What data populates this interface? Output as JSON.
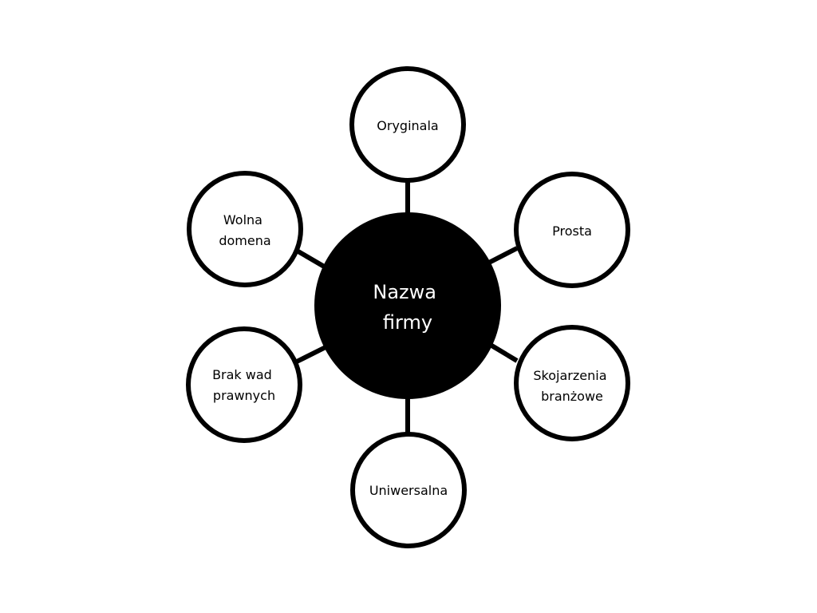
{
  "diagram": {
    "center": {
      "lines": [
        "Nazwa",
        "firmy"
      ]
    },
    "nodes": {
      "top": {
        "lines": [
          "Oryginala"
        ]
      },
      "upper_right": {
        "lines": [
          "Prosta"
        ]
      },
      "lower_right": {
        "lines": [
          "Skojarzenia",
          "branżowe"
        ]
      },
      "bottom": {
        "lines": [
          "Uniwersalna"
        ]
      },
      "lower_left": {
        "lines": [
          "Brak wad",
          "prawnych"
        ]
      },
      "upper_left": {
        "lines": [
          "Wolna",
          "domena"
        ]
      }
    }
  },
  "colors": {
    "background": "#ffffff",
    "stroke": "#000000",
    "center_fill": "#000000",
    "center_text": "#ffffff"
  }
}
